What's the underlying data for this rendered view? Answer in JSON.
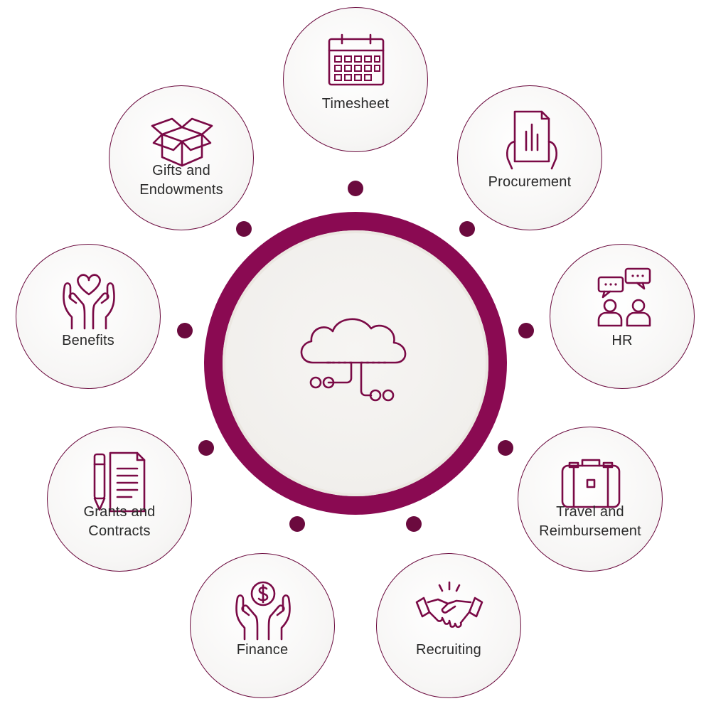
{
  "colors": {
    "accent": "#8a0a52",
    "icon_stroke": "#7a0a46",
    "dot": "#6b0a3e"
  },
  "hub": {
    "icon": "cloud-network-icon"
  },
  "nodes": [
    {
      "id": "timesheet",
      "label": "Timesheet",
      "icon": "calendar-icon"
    },
    {
      "id": "procurement",
      "label": "Procurement",
      "icon": "document-hands-icon"
    },
    {
      "id": "hr",
      "label": "HR",
      "icon": "people-chat-icon"
    },
    {
      "id": "travel",
      "label": "Travel and\nReimbursement",
      "icon": "suitcase-icon"
    },
    {
      "id": "recruiting",
      "label": "Recruiting",
      "icon": "handshake-icon"
    },
    {
      "id": "finance",
      "label": "Finance",
      "icon": "hands-dollar-icon"
    },
    {
      "id": "grants",
      "label": "Grants and\nContracts",
      "icon": "pen-document-icon"
    },
    {
      "id": "benefits",
      "label": "Benefits",
      "icon": "hands-heart-icon"
    },
    {
      "id": "gifts",
      "label": "Gifts and\nEndowments",
      "icon": "open-box-icon"
    }
  ]
}
